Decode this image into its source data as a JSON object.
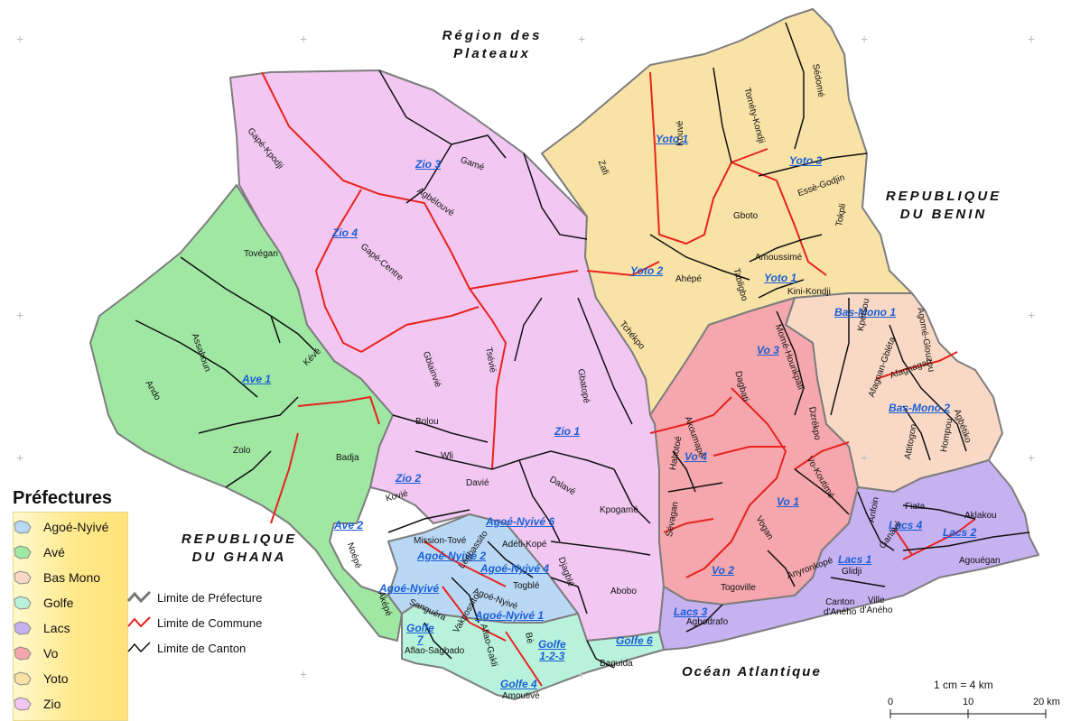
{
  "regions": {
    "plateaux": "Région des\nPlateaux",
    "benin": "REPUBLIQUE\nDU BENIN",
    "ghana": "REPUBLIQUE\nDU GHANA",
    "ocean": "Océan Atlantique"
  },
  "legend": {
    "title": "Préfectures",
    "items": [
      {
        "label": "Agoé-Nyivé",
        "color": "#b9d8f5"
      },
      {
        "label": "Avé",
        "color": "#9fe7a3"
      },
      {
        "label": "Bas Mono",
        "color": "#f9d9c6"
      },
      {
        "label": "Golfe",
        "color": "#b9f2dc"
      },
      {
        "label": "Lacs",
        "color": "#c6b1f1"
      },
      {
        "label": "Vo",
        "color": "#f5a7ad"
      },
      {
        "label": "Yoto",
        "color": "#f8e2a6"
      },
      {
        "label": "Zio",
        "color": "#f2c8f2"
      }
    ]
  },
  "limits": [
    {
      "label": "Limite de Préfecture",
      "color": "#777777"
    },
    {
      "label": "Limite de Commune",
      "color": "#e8231d"
    },
    {
      "label": "Limite de Canton",
      "color": "#111111"
    }
  ],
  "scale": {
    "title": "1 cm = 4 km",
    "ticks": [
      "0",
      "10",
      "20 km"
    ]
  },
  "communes": {
    "zio3": "Zio 3",
    "zio4": "Zio 4",
    "zio1": "Zio 1",
    "zio2": "Zio 2",
    "yoto1a": "Yoto 1",
    "yoto3": "Yoto 3",
    "yoto2": "Yoto 2",
    "yoto1b": "Yoto 1",
    "basmono1": "Bas-Mono 1",
    "basmono2": "Bas-Mono 2",
    "vo3": "Vo 3",
    "vo4": "Vo 4",
    "vo1": "Vo 1",
    "vo2": "Vo 2",
    "ave1": "Ave 1",
    "ave2": "Ave 2",
    "agoe6": "Agoé-Nyivé 6",
    "agoe2": "Agoé-Nyivé 2",
    "agoe4": "Agoé-Nyivé 4",
    "agoe3": "Agoé-Nyivé",
    "agoe1": "Agoé-Nyivé 1",
    "golfe7": "Golfe\n7",
    "golfe123": "Golfe\n1-2-3",
    "golfe6": "Golfe 6",
    "golfe4": "Golfe 4",
    "lacs4": "Lacs 4",
    "lacs1": "Lacs 1",
    "lacs2": "Lacs 2",
    "lacs3": "Lacs 3"
  },
  "cantons": {
    "gape_kpodji": "Gapé-Kpodji",
    "game": "Gamé",
    "agbelouve": "Agbélouvé",
    "gape_centre": "Gapé-Centre",
    "tsevie": "Tsévié",
    "gbatope": "Gbatopé",
    "gblainvie": "Gblainvié",
    "bolou": "Bolou",
    "wli": "Wli",
    "davie": "Davié",
    "dalave": "Dalavé",
    "kpogame": "Kpogamé",
    "kovie": "Kovié",
    "mission_tove": "Mission-Tové",
    "adeti_kope": "Adéti-Kopé",
    "abobo": "Abobo",
    "djagble": "Djagblé",
    "togble": "Togblé",
    "agoe_nyive": "Agoé-Nyivé",
    "legbassito": "Légbassito",
    "sanguera": "Sanguéra",
    "vakpossito": "Vakpossito",
    "aflao_gakli": "Aflao-Gakli",
    "aflao_sagbado": "Aflao-Sagbado",
    "be": "Bè",
    "baguida": "Baguida",
    "amoutive": "Amoutivé",
    "tovegan": "Tovégan",
    "assahoun": "Assahoun",
    "ando": "Ando",
    "keve": "Kévé",
    "zolo": "Zolo",
    "badja": "Badja",
    "noepe": "Noépé",
    "akepe": "Aképé",
    "zafi": "Zafi",
    "kouve": "Kouvé",
    "tomety_kondji": "Tométy-Kondji",
    "sedome": "Sédomé",
    "gboto": "Gboto",
    "esse_godjin": "Essè-Godjin",
    "tokpli": "Tokpli",
    "ahepe": "Ahépé",
    "amoussime": "Amoussimé",
    "tabligbo": "Tabligbo",
    "kini_kondji": "Kini-Kondji",
    "tchekpo": "Tchékpo",
    "kpetsou": "Kpétsou",
    "agome_glouzou": "Agomé-Glouzou",
    "afagnan_gbleta": "Afagnan-Gbléta",
    "afagnagan": "Afagnagan",
    "agbetiko": "Agbétiko",
    "attitogon": "Attitogon",
    "hompou": "Hompou",
    "mome_hounkpati": "Momé-Hounkpati",
    "dagbati": "Dagbati",
    "akoumape": "Akoumapé",
    "dzrekpo": "Dzrékpo",
    "hahotoe": "Hahotoé",
    "vo_koutime": "Vo-Koutimé",
    "vogan": "Vogan",
    "sevagan": "Sévagan",
    "togoville": "Togoville",
    "anyronkope": "Anyronkopé",
    "agbodrafo": "Agbodrafo",
    "canton_aneho": "Canton\nd'Aného",
    "ville_aneho": "Ville\nd'Aného",
    "glidji": "Glidji",
    "aklakou": "Aklakou",
    "agouegan": "Agouégan",
    "anfoin": "Anfoin",
    "fiata": "Fiata",
    "ganave": "Ganavé"
  }
}
